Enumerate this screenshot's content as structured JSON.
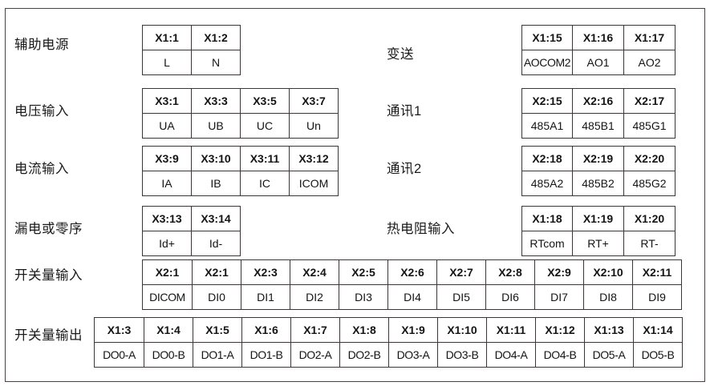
{
  "diagram": {
    "title": "terminal-wiring-table",
    "border_color": "#4a4441",
    "cell_border_color": "#3c3734",
    "text_color": "#141414"
  },
  "left_column": [
    {
      "label": "辅助电源",
      "addresses": [
        "X1:1",
        "X1:2"
      ],
      "names": [
        "L",
        "N"
      ]
    },
    {
      "label": "电压输入",
      "addresses": [
        "X3:1",
        "X3:3",
        "X3:5",
        "X3:7"
      ],
      "names": [
        "UA",
        "UB",
        "UC",
        "Un"
      ]
    },
    {
      "label": "电流输入",
      "addresses": [
        "X3:9",
        "X3:10",
        "X3:11",
        "X3:12"
      ],
      "names": [
        "IA",
        "IB",
        "IC",
        "ICOM"
      ]
    },
    {
      "label": "漏电或零序",
      "addresses": [
        "X3:13",
        "X3:14"
      ],
      "names": [
        "Id+",
        "Id-"
      ]
    }
  ],
  "right_column": [
    {
      "label": "变送",
      "addresses": [
        "X1:15",
        "X1:16",
        "X1:17"
      ],
      "names": [
        "AOCOM2",
        "AO1",
        "AO2"
      ]
    },
    {
      "label": "通讯1",
      "addresses": [
        "X2:15",
        "X2:16",
        "X2:17"
      ],
      "names": [
        "485A1",
        "485B1",
        "485G1"
      ]
    },
    {
      "label": "通讯2",
      "addresses": [
        "X2:18",
        "X2:19",
        "X2:20"
      ],
      "names": [
        "485A2",
        "485B2",
        "485G2"
      ]
    },
    {
      "label": "热电阻输入",
      "addresses": [
        "X1:18",
        "X1:19",
        "X1:20"
      ],
      "names": [
        "RTcom",
        "RT+",
        "RT-"
      ]
    }
  ],
  "wide_rows": [
    {
      "label": "开关量输入",
      "addresses": [
        "X2:1",
        "X2:1",
        "X2:3",
        "X2:4",
        "X2:5",
        "X2:6",
        "X2:7",
        "X2:8",
        "X2:9",
        "X2:10",
        "X2:11"
      ],
      "names": [
        "DICOM",
        "DI0",
        "DI1",
        "DI2",
        "DI3",
        "DI4",
        "DI5",
        "DI6",
        "DI7",
        "DI8",
        "DI9"
      ]
    },
    {
      "label": "开关量输出",
      "addresses": [
        "X1:3",
        "X1:4",
        "X1:5",
        "X1:6",
        "X1:7",
        "X1:8",
        "X1:9",
        "X1:10",
        "X1:11",
        "X1:12",
        "X1:13",
        "X1:14"
      ],
      "names": [
        "DO0-A",
        "DO0-B",
        "DO1-A",
        "DO1-B",
        "DO2-A",
        "DO2-B",
        "DO3-A",
        "DO3-B",
        "DO4-A",
        "DO4-B",
        "DO5-A",
        "DO5-B"
      ]
    }
  ]
}
